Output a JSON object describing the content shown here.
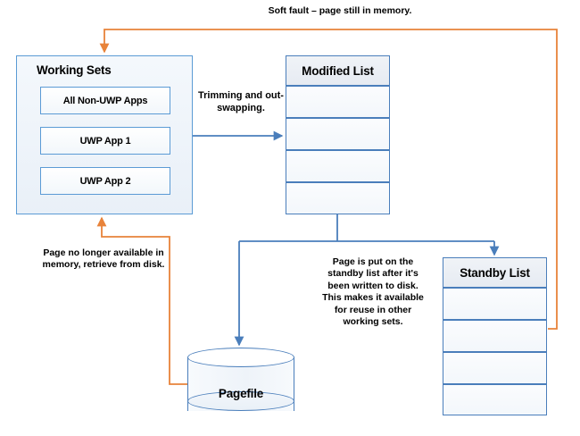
{
  "diagram": {
    "title": "Windows memory management page flow",
    "colors": {
      "blue_border": "#4a7ebb",
      "light_blue_border": "#5b9bd5",
      "orange_arrow": "#e8833a",
      "blue_arrow": "#4a7ebb",
      "box_fill": "#f3f7fb",
      "header_fill": "#eef2f7",
      "background": "#ffffff",
      "text": "#000000"
    }
  },
  "working_sets": {
    "title": "Working Sets",
    "items": [
      {
        "label": "All Non-UWP Apps"
      },
      {
        "label": "UWP App 1"
      },
      {
        "label": "UWP App 2"
      }
    ]
  },
  "modified_list": {
    "title": "Modified List",
    "rows": [
      "",
      "",
      "",
      ""
    ]
  },
  "standby_list": {
    "title": "Standby List",
    "rows": [
      "",
      "",
      "",
      ""
    ]
  },
  "pagefile": {
    "label": "Pagefile"
  },
  "notes": {
    "soft_fault": "Soft fault – page still in memory.",
    "trimming": "Trimming and out-swapping.",
    "retrieve_from_disk": "Page no longer available in memory, retrieve from disk.",
    "standby_reuse": "Page is put on the standby list after it's been written to disk. This makes it available for reuse in other working sets."
  },
  "connectors": [
    {
      "name": "standby-to-working-sets",
      "color": "#e8833a",
      "from": "standby-list",
      "to": "working-sets",
      "label": "Soft fault – page still in memory."
    },
    {
      "name": "working-sets-to-modified-list",
      "color": "#4a7ebb",
      "from": "working-sets",
      "to": "modified-list",
      "label": "Trimming and out-swapping."
    },
    {
      "name": "modified-list-to-pagefile",
      "color": "#4a7ebb",
      "from": "modified-list",
      "to": "pagefile",
      "label": ""
    },
    {
      "name": "modified-list-to-standby-list",
      "color": "#4a7ebb",
      "from": "modified-list",
      "to": "standby-list",
      "label": "Page is put on the standby list after it's been written to disk. This makes it available for reuse in other working sets."
    },
    {
      "name": "pagefile-to-working-sets",
      "color": "#e8833a",
      "from": "pagefile",
      "to": "working-sets",
      "label": "Page no longer available in memory, retrieve from disk."
    }
  ]
}
